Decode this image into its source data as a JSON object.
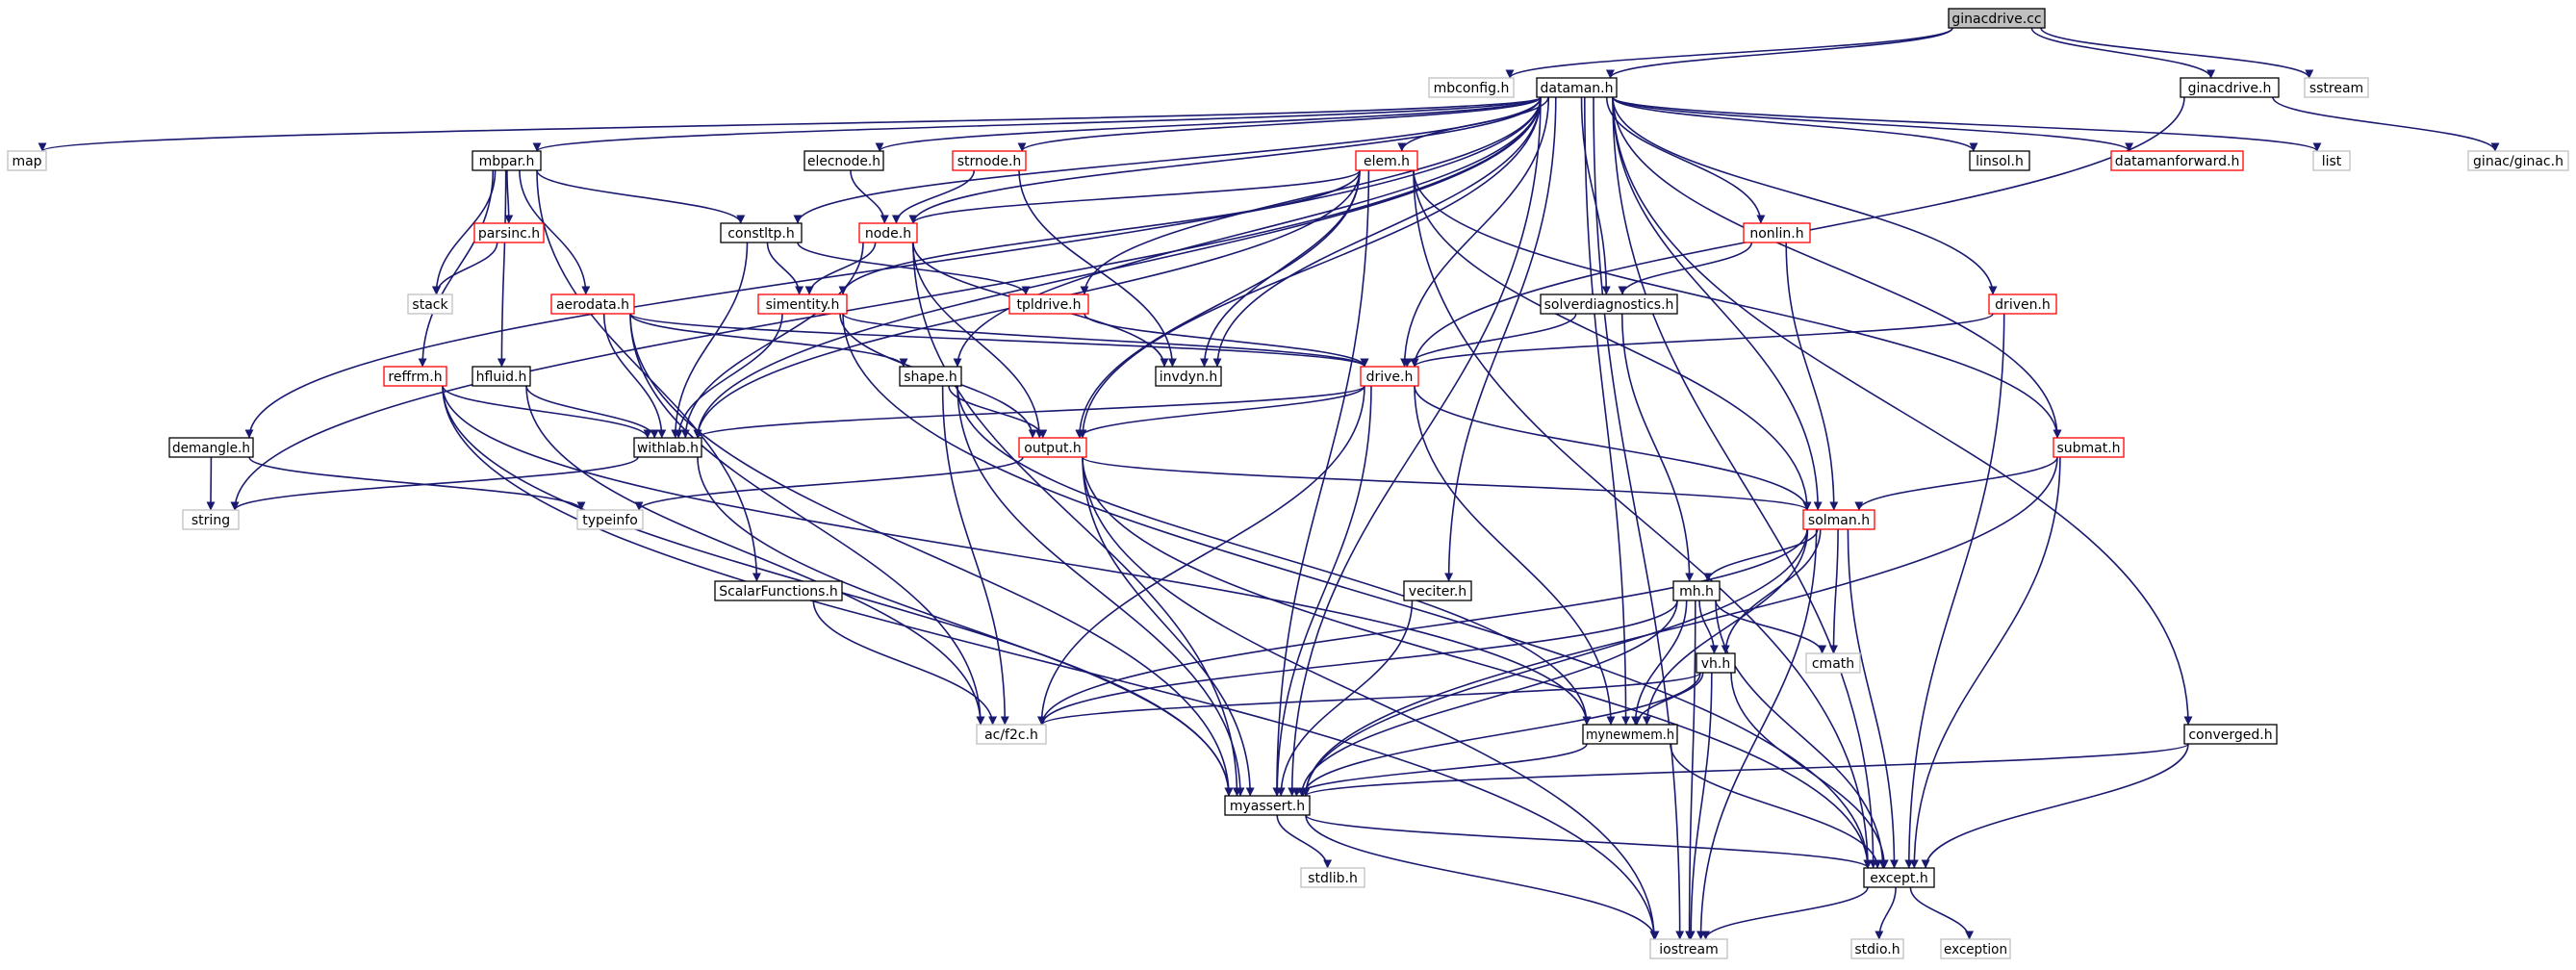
{
  "graph": {
    "edge_color": "#191970",
    "node_styles": {
      "root": {
        "fill": "#bfbfbf",
        "stroke": "#000000"
      },
      "normal": {
        "fill": "#ffffff",
        "stroke": "#000000"
      },
      "truncated": {
        "fill": "#ffffff",
        "stroke": "#ff0000"
      },
      "system": {
        "fill": "#ffffff",
        "stroke": "#bfbfbf"
      }
    },
    "nodes": [
      {
        "id": "ginacdrive_cc",
        "label": "ginacdrive.cc",
        "style": "root"
      },
      {
        "id": "mbconfig_h",
        "label": "mbconfig.h",
        "style": "system"
      },
      {
        "id": "dataman_h",
        "label": "dataman.h",
        "style": "normal"
      },
      {
        "id": "ginacdrive_h",
        "label": "ginacdrive.h",
        "style": "normal"
      },
      {
        "id": "sstream",
        "label": "sstream",
        "style": "system"
      },
      {
        "id": "map",
        "label": "map",
        "style": "system"
      },
      {
        "id": "mbpar_h",
        "label": "mbpar.h",
        "style": "normal"
      },
      {
        "id": "elecnode_h",
        "label": "elecnode.h",
        "style": "normal"
      },
      {
        "id": "strnode_h",
        "label": "strnode.h",
        "style": "truncated"
      },
      {
        "id": "elem_h",
        "label": "elem.h",
        "style": "truncated"
      },
      {
        "id": "linsol_h",
        "label": "linsol.h",
        "style": "normal"
      },
      {
        "id": "datamanforward_h",
        "label": "datamanforward.h",
        "style": "truncated"
      },
      {
        "id": "list",
        "label": "list",
        "style": "system"
      },
      {
        "id": "ginac_ginac_h",
        "label": "ginac/ginac.h",
        "style": "system"
      },
      {
        "id": "parsinc_h",
        "label": "parsinc.h",
        "style": "truncated"
      },
      {
        "id": "constltp_h",
        "label": "constltp.h",
        "style": "normal"
      },
      {
        "id": "node_h",
        "label": "node.h",
        "style": "truncated"
      },
      {
        "id": "nonlin_h",
        "label": "nonlin.h",
        "style": "truncated"
      },
      {
        "id": "stack",
        "label": "stack",
        "style": "system"
      },
      {
        "id": "aerodata_h",
        "label": "aerodata.h",
        "style": "truncated"
      },
      {
        "id": "simentity_h",
        "label": "simentity.h",
        "style": "truncated"
      },
      {
        "id": "tpldrive_h",
        "label": "tpldrive.h",
        "style": "truncated"
      },
      {
        "id": "solverdiagnostics_h",
        "label": "solverdiagnostics.h",
        "style": "normal"
      },
      {
        "id": "driven_h",
        "label": "driven.h",
        "style": "truncated"
      },
      {
        "id": "reffrm_h",
        "label": "reffrm.h",
        "style": "truncated"
      },
      {
        "id": "hfluid_h",
        "label": "hfluid.h",
        "style": "normal"
      },
      {
        "id": "shape_h",
        "label": "shape.h",
        "style": "normal"
      },
      {
        "id": "invdyn_h",
        "label": "invdyn.h",
        "style": "normal"
      },
      {
        "id": "drive_h",
        "label": "drive.h",
        "style": "truncated"
      },
      {
        "id": "demangle_h",
        "label": "demangle.h",
        "style": "normal"
      },
      {
        "id": "withlab_h",
        "label": "withlab.h",
        "style": "normal"
      },
      {
        "id": "output_h",
        "label": "output.h",
        "style": "truncated"
      },
      {
        "id": "submat_h",
        "label": "submat.h",
        "style": "truncated"
      },
      {
        "id": "string",
        "label": "string",
        "style": "system"
      },
      {
        "id": "typeinfo",
        "label": "typeinfo",
        "style": "system"
      },
      {
        "id": "solman_h",
        "label": "solman.h",
        "style": "truncated"
      },
      {
        "id": "scalarfunctions_h",
        "label": "ScalarFunctions.h",
        "style": "normal"
      },
      {
        "id": "veciter_h",
        "label": "veciter.h",
        "style": "normal"
      },
      {
        "id": "mh_h",
        "label": "mh.h",
        "style": "normal"
      },
      {
        "id": "vh_h",
        "label": "vh.h",
        "style": "normal"
      },
      {
        "id": "cmath",
        "label": "cmath",
        "style": "system"
      },
      {
        "id": "ac_f2c_h",
        "label": "ac/f2c.h",
        "style": "system"
      },
      {
        "id": "mynewmem_h",
        "label": "mynewmem.h",
        "style": "normal"
      },
      {
        "id": "converged_h",
        "label": "converged.h",
        "style": "normal"
      },
      {
        "id": "myassert_h",
        "label": "myassert.h",
        "style": "normal"
      },
      {
        "id": "stdlib_h",
        "label": "stdlib.h",
        "style": "system"
      },
      {
        "id": "except_h",
        "label": "except.h",
        "style": "normal"
      },
      {
        "id": "iostream",
        "label": "iostream",
        "style": "system"
      },
      {
        "id": "stdio_h",
        "label": "stdio.h",
        "style": "system"
      },
      {
        "id": "exception",
        "label": "exception",
        "style": "system"
      }
    ],
    "edges": [
      [
        "ginacdrive_cc",
        "mbconfig_h"
      ],
      [
        "ginacdrive_cc",
        "dataman_h"
      ],
      [
        "ginacdrive_cc",
        "ginacdrive_h"
      ],
      [
        "ginacdrive_cc",
        "sstream"
      ],
      [
        "ginacdrive_h",
        "ginac_ginac_h"
      ],
      [
        "ginacdrive_h",
        "drive_h"
      ],
      [
        "dataman_h",
        "map"
      ],
      [
        "dataman_h",
        "mbpar_h"
      ],
      [
        "dataman_h",
        "elecnode_h"
      ],
      [
        "dataman_h",
        "strnode_h"
      ],
      [
        "dataman_h",
        "elem_h"
      ],
      [
        "dataman_h",
        "linsol_h"
      ],
      [
        "dataman_h",
        "datamanforward_h"
      ],
      [
        "dataman_h",
        "list"
      ],
      [
        "dataman_h",
        "constltp_h"
      ],
      [
        "dataman_h",
        "node_h"
      ],
      [
        "dataman_h",
        "nonlin_h"
      ],
      [
        "dataman_h",
        "tpldrive_h"
      ],
      [
        "dataman_h",
        "solverdiagnostics_h"
      ],
      [
        "dataman_h",
        "driven_h"
      ],
      [
        "dataman_h",
        "shape_h"
      ],
      [
        "dataman_h",
        "invdyn_h"
      ],
      [
        "dataman_h",
        "drive_h"
      ],
      [
        "dataman_h",
        "demangle_h"
      ],
      [
        "dataman_h",
        "withlab_h"
      ],
      [
        "dataman_h",
        "output_h"
      ],
      [
        "dataman_h",
        "submat_h"
      ],
      [
        "dataman_h",
        "string"
      ],
      [
        "dataman_h",
        "solman_h"
      ],
      [
        "dataman_h",
        "veciter_h"
      ],
      [
        "dataman_h",
        "mynewmem_h"
      ],
      [
        "dataman_h",
        "converged_h"
      ],
      [
        "dataman_h",
        "myassert_h"
      ],
      [
        "dataman_h",
        "except_h"
      ],
      [
        "dataman_h",
        "iostream"
      ],
      [
        "mbpar_h",
        "parsinc_h"
      ],
      [
        "mbpar_h",
        "stack"
      ],
      [
        "mbpar_h",
        "constltp_h"
      ],
      [
        "mbpar_h",
        "aerodata_h"
      ],
      [
        "mbpar_h",
        "reffrm_h"
      ],
      [
        "mbpar_h",
        "hfluid_h"
      ],
      [
        "mbpar_h",
        "scalarfunctions_h"
      ],
      [
        "parsinc_h",
        "stack"
      ],
      [
        "elecnode_h",
        "node_h"
      ],
      [
        "strnode_h",
        "node_h"
      ],
      [
        "strnode_h",
        "invdyn_h"
      ],
      [
        "constltp_h",
        "simentity_h"
      ],
      [
        "constltp_h",
        "tpldrive_h"
      ],
      [
        "constltp_h",
        "withlab_h"
      ],
      [
        "node_h",
        "simentity_h"
      ],
      [
        "node_h",
        "withlab_h"
      ],
      [
        "node_h",
        "output_h"
      ],
      [
        "node_h",
        "myassert_h"
      ],
      [
        "node_h",
        "invdyn_h"
      ],
      [
        "elem_h",
        "node_h"
      ],
      [
        "elem_h",
        "simentity_h"
      ],
      [
        "elem_h",
        "invdyn_h"
      ],
      [
        "elem_h",
        "output_h"
      ],
      [
        "elem_h",
        "withlab_h"
      ],
      [
        "elem_h",
        "solman_h"
      ],
      [
        "elem_h",
        "submat_h"
      ],
      [
        "elem_h",
        "except_h"
      ],
      [
        "elem_h",
        "myassert_h"
      ],
      [
        "nonlin_h",
        "solverdiagnostics_h"
      ],
      [
        "nonlin_h",
        "solman_h"
      ],
      [
        "solverdiagnostics_h",
        "drive_h"
      ],
      [
        "solverdiagnostics_h",
        "mh_h"
      ],
      [
        "driven_h",
        "drive_h"
      ],
      [
        "driven_h",
        "except_h"
      ],
      [
        "tpldrive_h",
        "drive_h"
      ],
      [
        "simentity_h",
        "withlab_h"
      ],
      [
        "simentity_h",
        "output_h"
      ],
      [
        "simentity_h",
        "drive_h"
      ],
      [
        "simentity_h",
        "except_h"
      ],
      [
        "aerodata_h",
        "withlab_h"
      ],
      [
        "aerodata_h",
        "drive_h"
      ],
      [
        "aerodata_h",
        "shape_h"
      ],
      [
        "aerodata_h",
        "myassert_h"
      ],
      [
        "aerodata_h",
        "ac_f2c_h"
      ],
      [
        "reffrm_h",
        "withlab_h"
      ],
      [
        "reffrm_h",
        "mynewmem_h"
      ],
      [
        "reffrm_h",
        "myassert_h"
      ],
      [
        "reffrm_h",
        "iostream"
      ],
      [
        "hfluid_h",
        "withlab_h"
      ],
      [
        "hfluid_h",
        "ac_f2c_h"
      ],
      [
        "shape_h",
        "output_h"
      ],
      [
        "shape_h",
        "myassert_h"
      ],
      [
        "shape_h",
        "mynewmem_h"
      ],
      [
        "shape_h",
        "ac_f2c_h"
      ],
      [
        "drive_h",
        "withlab_h"
      ],
      [
        "drive_h",
        "output_h"
      ],
      [
        "drive_h",
        "solman_h"
      ],
      [
        "drive_h",
        "mynewmem_h"
      ],
      [
        "drive_h",
        "myassert_h"
      ],
      [
        "drive_h",
        "ac_f2c_h"
      ],
      [
        "demangle_h",
        "string"
      ],
      [
        "demangle_h",
        "typeinfo"
      ],
      [
        "withlab_h",
        "string"
      ],
      [
        "withlab_h",
        "myassert_h"
      ],
      [
        "output_h",
        "typeinfo"
      ],
      [
        "output_h",
        "solman_h"
      ],
      [
        "output_h",
        "myassert_h"
      ],
      [
        "output_h",
        "except_h"
      ],
      [
        "output_h",
        "iostream"
      ],
      [
        "submat_h",
        "solman_h"
      ],
      [
        "submat_h",
        "myassert_h"
      ],
      [
        "submat_h",
        "except_h"
      ],
      [
        "solman_h",
        "mh_h"
      ],
      [
        "solman_h",
        "vh_h"
      ],
      [
        "solman_h",
        "cmath"
      ],
      [
        "solman_h",
        "mynewmem_h"
      ],
      [
        "solman_h",
        "myassert_h"
      ],
      [
        "solman_h",
        "except_h"
      ],
      [
        "solman_h",
        "ac_f2c_h"
      ],
      [
        "solman_h",
        "iostream"
      ],
      [
        "scalarfunctions_h",
        "ac_f2c_h"
      ],
      [
        "veciter_h",
        "myassert_h"
      ],
      [
        "mh_h",
        "vh_h"
      ],
      [
        "mh_h",
        "cmath"
      ],
      [
        "mh_h",
        "mynewmem_h"
      ],
      [
        "mh_h",
        "myassert_h"
      ],
      [
        "mh_h",
        "except_h"
      ],
      [
        "mh_h",
        "ac_f2c_h"
      ],
      [
        "mh_h",
        "iostream"
      ],
      [
        "vh_h",
        "mynewmem_h"
      ],
      [
        "vh_h",
        "myassert_h"
      ],
      [
        "vh_h",
        "except_h"
      ],
      [
        "vh_h",
        "ac_f2c_h"
      ],
      [
        "vh_h",
        "iostream"
      ],
      [
        "mynewmem_h",
        "myassert_h"
      ],
      [
        "mynewmem_h",
        "except_h"
      ],
      [
        "converged_h",
        "myassert_h"
      ],
      [
        "converged_h",
        "except_h"
      ],
      [
        "myassert_h",
        "stdlib_h"
      ],
      [
        "myassert_h",
        "except_h"
      ],
      [
        "myassert_h",
        "iostream"
      ],
      [
        "except_h",
        "stdio_h"
      ],
      [
        "except_h",
        "exception"
      ],
      [
        "except_h",
        "iostream"
      ]
    ]
  }
}
